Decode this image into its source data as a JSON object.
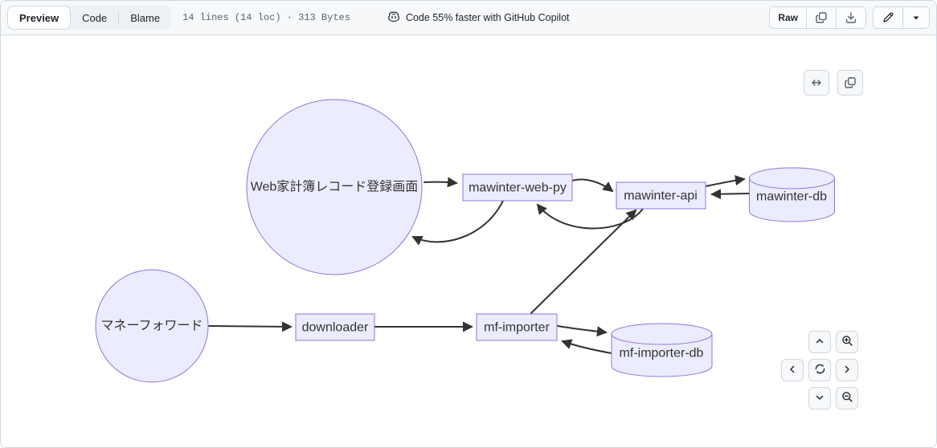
{
  "header": {
    "tabs": [
      {
        "label": "Preview",
        "active": true
      },
      {
        "label": "Code",
        "active": false
      },
      {
        "label": "Blame",
        "active": false
      }
    ],
    "file_info": "14 lines (14 loc) · 313 Bytes",
    "copilot_banner": "Code 55% faster with GitHub Copilot",
    "raw_label": "Raw",
    "icons": {
      "copilot": "copilot-robot",
      "copy_raw": "copy",
      "download": "download",
      "edit": "pencil",
      "edit_more": "triangle-down"
    }
  },
  "diagram": {
    "type": "mermaid-flowchart",
    "nodes": [
      {
        "id": "web-screen",
        "label": "Web家計簿レコード登録画面",
        "shape": "circle"
      },
      {
        "id": "mawinter-web-py",
        "label": "mawinter-web-py",
        "shape": "rect"
      },
      {
        "id": "mawinter-api",
        "label": "mawinter-api",
        "shape": "rect"
      },
      {
        "id": "mawinter-db",
        "label": "mawinter-db",
        "shape": "cylinder"
      },
      {
        "id": "moneyforward",
        "label": "マネーフォワード",
        "shape": "circle"
      },
      {
        "id": "downloader",
        "label": "downloader",
        "shape": "rect"
      },
      {
        "id": "mf-importer",
        "label": "mf-importer",
        "shape": "rect"
      },
      {
        "id": "mf-importer-db",
        "label": "mf-importer-db",
        "shape": "cylinder"
      }
    ],
    "edges": [
      {
        "from": "web-screen",
        "to": "mawinter-web-py"
      },
      {
        "from": "mawinter-web-py",
        "to": "mawinter-api"
      },
      {
        "from": "mawinter-api",
        "to": "mawinter-db"
      },
      {
        "from": "mawinter-db",
        "to": "mawinter-api"
      },
      {
        "from": "mawinter-api",
        "to": "mawinter-web-py"
      },
      {
        "from": "mawinter-web-py",
        "to": "web-screen"
      },
      {
        "from": "moneyforward",
        "to": "downloader"
      },
      {
        "from": "downloader",
        "to": "mf-importer"
      },
      {
        "from": "mf-importer",
        "to": "mawinter-api"
      },
      {
        "from": "mf-importer",
        "to": "mf-importer-db"
      },
      {
        "from": "mf-importer-db",
        "to": "mf-importer"
      }
    ],
    "colors": {
      "node_fill": "#ECECFF",
      "node_border": "#9370DB",
      "edge": "#333333",
      "label": "#333333",
      "header_bg": "#f6f8fa",
      "border": "#d0d7de"
    },
    "controls": {
      "icons": {
        "expand": "horizontal-arrows",
        "copy": "copy",
        "pan_up": "chevron-up",
        "pan_down": "chevron-down",
        "pan_left": "chevron-left",
        "pan_right": "chevron-right",
        "reset": "sync",
        "zoom_in": "magnifier-plus",
        "zoom_out": "magnifier-minus"
      }
    }
  }
}
